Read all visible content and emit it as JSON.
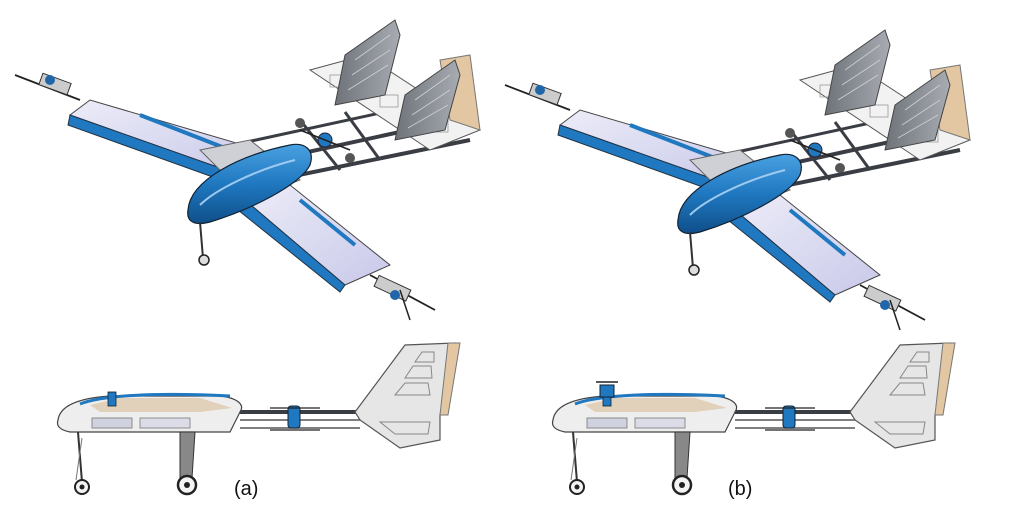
{
  "labels": {
    "a": "(a)",
    "b": "(b)"
  },
  "colors": {
    "fuselage_blue": "#1f78c0",
    "wing_lavender": "#d9d9f2",
    "wing_white": "#f4f4f8",
    "tail_gray": "#8a8e94",
    "tail_panel": "#e8e8e8",
    "balsa_edge": "#d9b98f",
    "boom_dark": "#3a3d44",
    "outline": "#2b2b2b"
  },
  "icons": [
    "quadplane-iso-a",
    "quadplane-iso-b",
    "quadplane-side-a",
    "quadplane-side-b"
  ]
}
